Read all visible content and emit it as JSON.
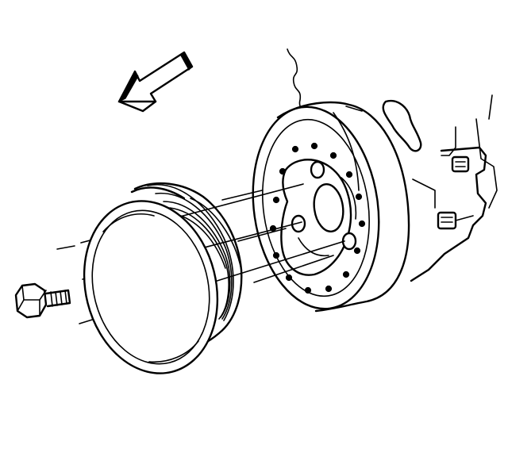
{
  "diagram": {
    "parts": [
      {
        "id": "direction-arrow",
        "icon": "arrow-left-icon"
      },
      {
        "id": "crankshaft-pulley",
        "icon": "pulley-icon"
      },
      {
        "id": "crankshaft-balancer",
        "icon": "balancer-icon"
      },
      {
        "id": "pulley-bolt",
        "icon": "bolt-icon"
      },
      {
        "id": "engine-bracket",
        "icon": "bracket-icon"
      }
    ],
    "colors": {
      "ink": "#000000",
      "paper": "#ffffff"
    }
  }
}
